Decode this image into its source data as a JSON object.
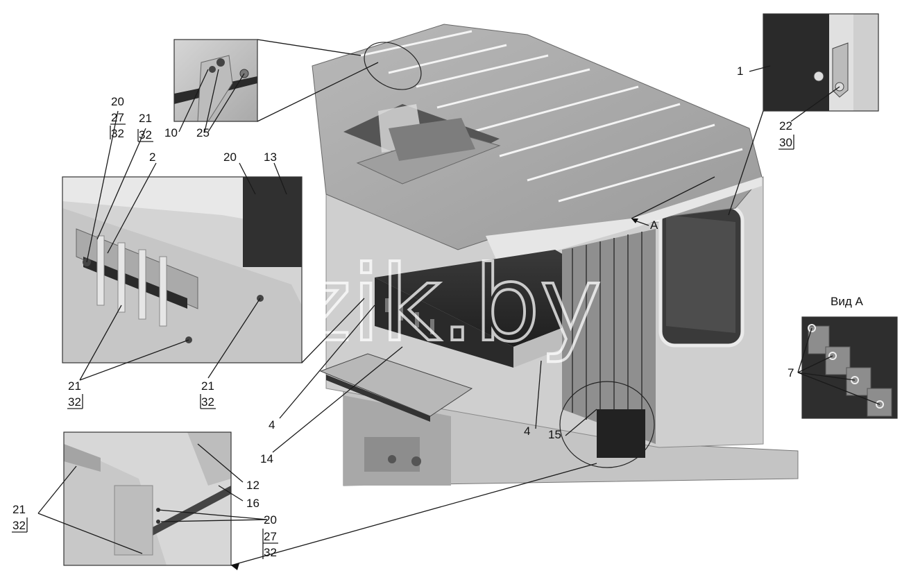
{
  "watermark": "mazik.by",
  "view_title": "Вид А",
  "view_marker": "А",
  "callouts": {
    "c1": "1",
    "c2": "2",
    "c4a": "4",
    "c4b": "4",
    "c7": "7",
    "c10": "10",
    "c12": "12",
    "c13": "13",
    "c14": "14",
    "c15": "15",
    "c16": "16",
    "c20a": "20",
    "c20b": "20",
    "c20c": "20",
    "c21a": "21",
    "c21b": "21",
    "c21c": "21",
    "c21d": "21",
    "c22": "22",
    "c25": "25",
    "c27a": "27",
    "c27b": "27",
    "c30": "30",
    "c32a": "32",
    "c32b": "32",
    "c32c": "32",
    "c32d": "32",
    "c32e": "32"
  }
}
